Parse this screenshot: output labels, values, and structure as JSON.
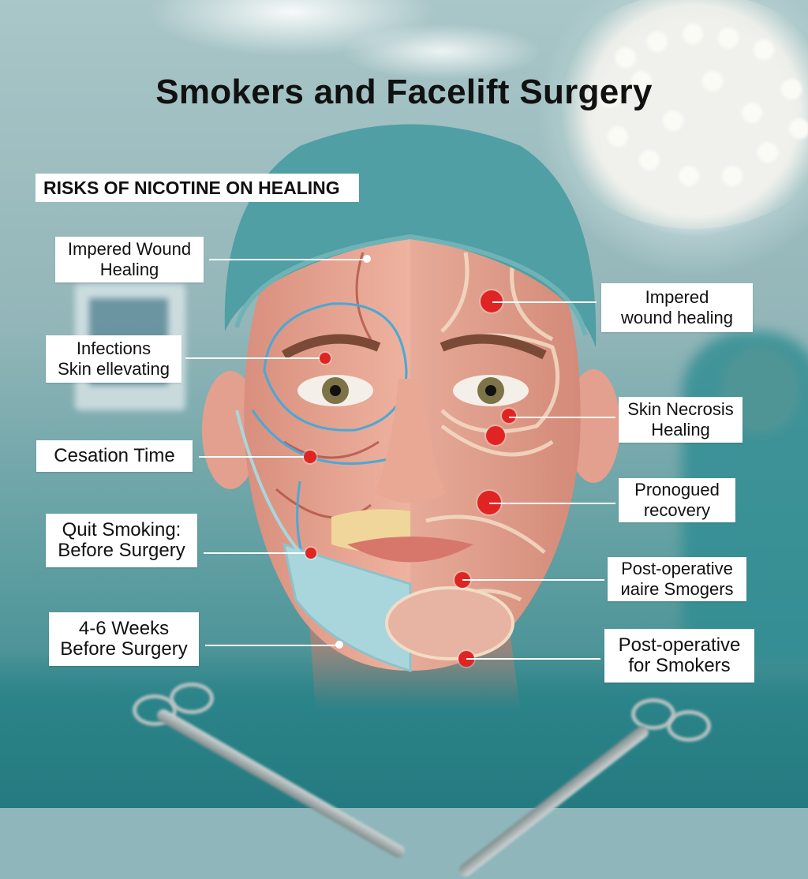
{
  "title": "Smokers and Facelift Surgery",
  "section_header": "RISKS OF NICOTINE ON HEALING",
  "left_labels": [
    {
      "lines": [
        "Impered Wound",
        "Healing"
      ]
    },
    {
      "lines": [
        "Infections",
        "Skin ellevating"
      ]
    },
    {
      "lines": [
        "Cesation Time"
      ]
    },
    {
      "lines": [
        "Quit Smoking:",
        "Before Surgery"
      ]
    },
    {
      "lines": [
        "4-6 Weeks",
        "Before Surgery"
      ]
    }
  ],
  "right_labels": [
    {
      "lines": [
        "Impered",
        "wound healing"
      ]
    },
    {
      "lines": [
        "Skin Necrosis",
        "Healing"
      ]
    },
    {
      "lines": [
        "Pronogued",
        "recovery"
      ]
    },
    {
      "lines": [
        "Post-operative",
        "иaire Smogers"
      ]
    },
    {
      "lines": [
        "Post-operative",
        "for Smokers"
      ]
    }
  ],
  "colors": {
    "marker_red": "#e02424",
    "cap_teal": "#4f9fa4",
    "skin": "#e3a08e",
    "vessel_blue": "#4aa8d6",
    "label_bg": "#ffffff",
    "text": "#111111"
  },
  "icons": {
    "surgical_light": "surgical-light",
    "hemostat_left": "hemostat-forceps",
    "hemostat_right": "hemostat-forceps"
  }
}
